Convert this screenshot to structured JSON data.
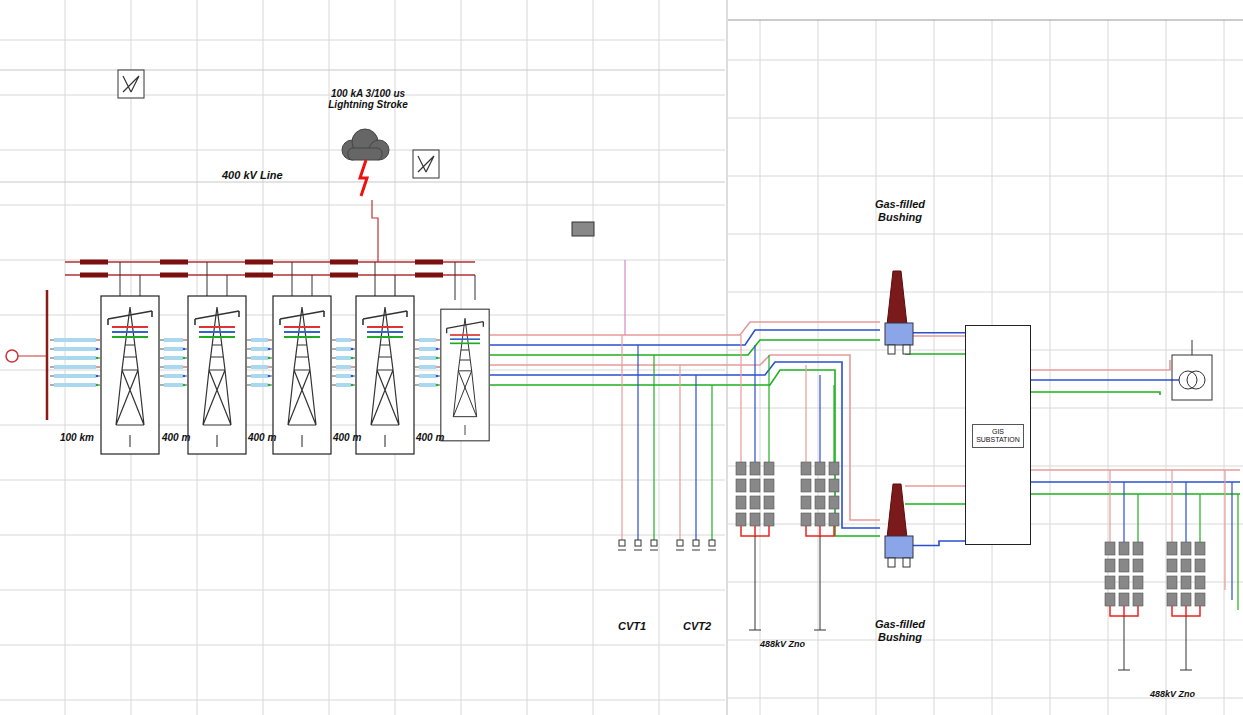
{
  "diagram": {
    "nodes": [
      {
        "text": [
          "Gas-filled Bushing"
        ]
      },
      {
        "text": [
          "Gas-filled Bushing"
        ]
      },
      {
        "text": [
          "GIS SUBSTATION"
        ]
      }
    ],
    "edges": [
      {
        "from": 0,
        "to": 2,
        "arrow": "none"
      },
      {
        "from": 1,
        "to": 2,
        "arrow": "none"
      }
    ],
    "labels": [
      "100 kA 3/100 us Lightning Stroke",
      "400 kV Line",
      "100 km",
      "400 m",
      "400 m",
      "400 m",
      "400 m",
      "CVT1",
      "CVT2",
      "488kV Zno",
      "488kV Zno"
    ]
  }
}
